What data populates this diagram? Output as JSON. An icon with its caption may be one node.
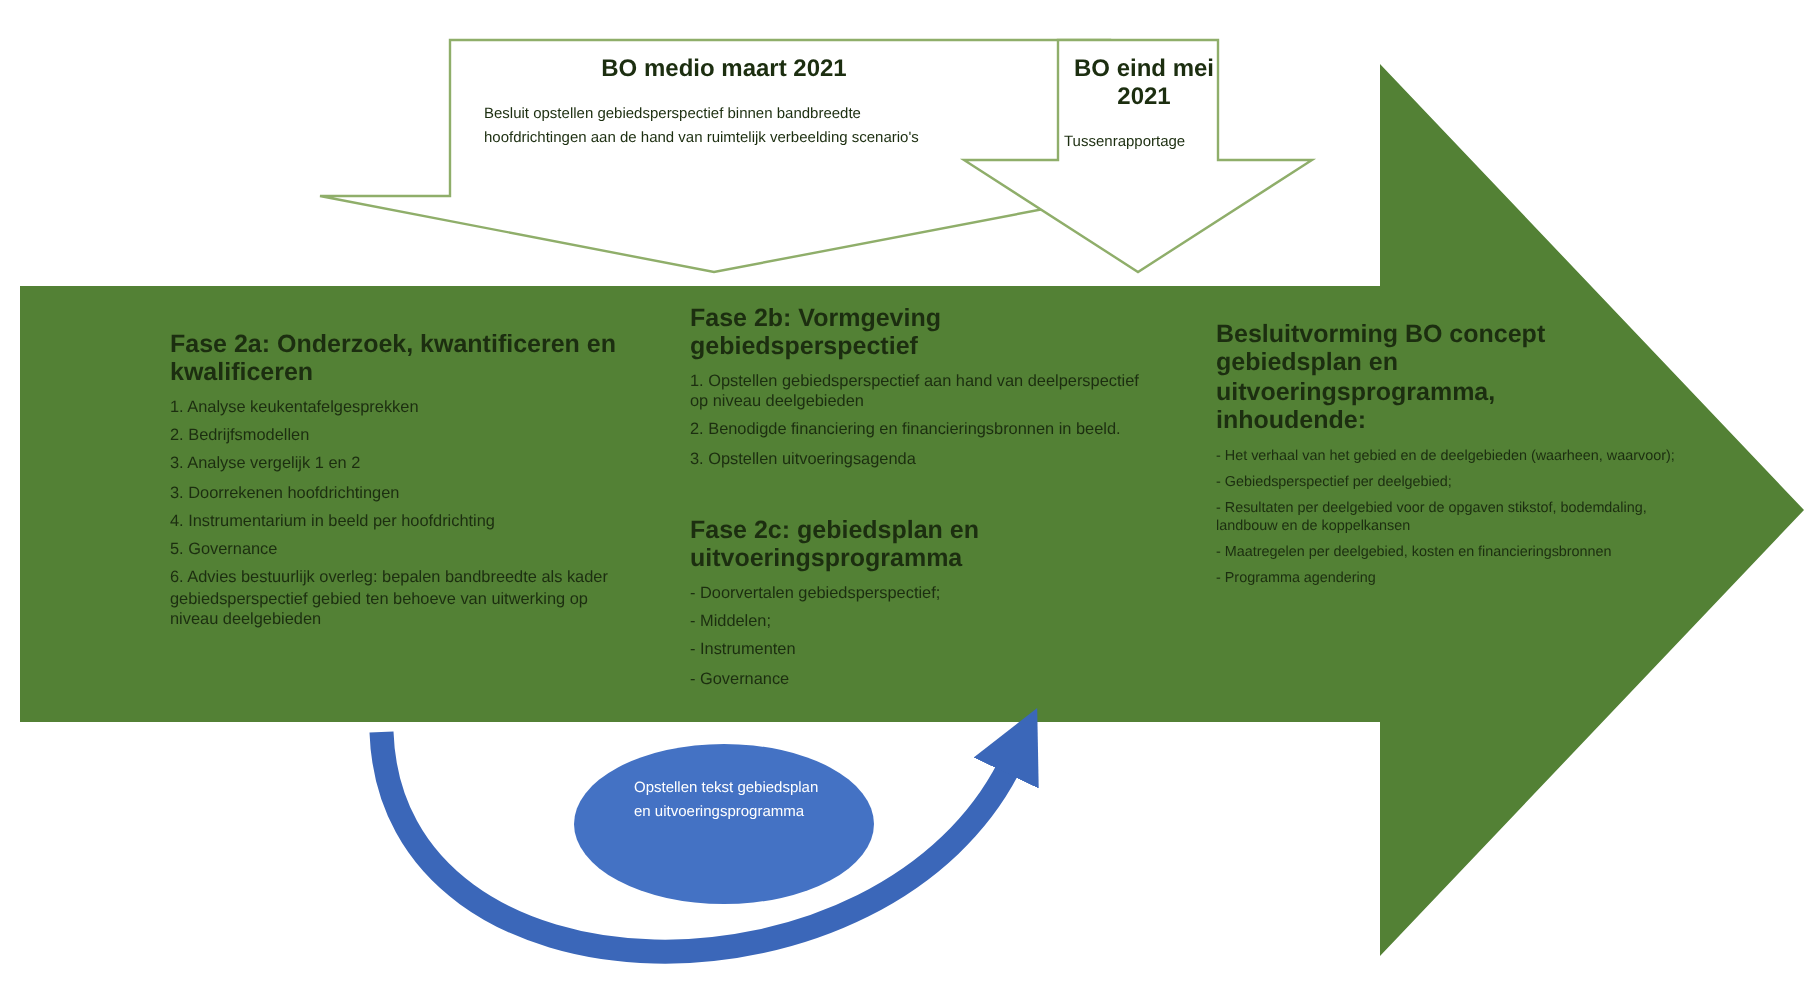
{
  "diagram": {
    "nodes": [
      {
        "text": [
          "BO medio maart 2021",
          "Besluit opstellen gebiedsperspectief binnen bandbreedte hoofdrichtingen aan de hand van ruimtelijk verbeelding scenario's"
        ]
      },
      {
        "text": [
          "BO eind mei 2021",
          "Tussenrapportage"
        ]
      },
      {
        "text": [],
        "shape": "arrow"
      },
      {
        "text": [
          "Fase 2a: Onderzoek, kwantificeren en kwalificeren",
          "1. Analyse keukentafelgesprekken",
          "2. Bedrijfsmodellen",
          "3. Analyse vergelijk 1 en 2",
          "3. Doorrekenen hoofdrichtingen",
          "4. Instrumentarium in beeld per hoofdrichting",
          "5. Governance",
          "6. Advies bestuurlijk overleg: bepalen bandbreedte als kader gebiedsperspectief gebied ten behoeve van uitwerking op niveau deelgebieden"
        ],
        "in": 2
      },
      {
        "text": [
          "Fase 2b: Vormgeving gebiedsperspectief",
          "1. Opstellen gebiedsperspectief aan hand van deelperspectief op niveau deelgebieden",
          "2. Benodigde financiering en financieringsbronnen in beeld.",
          "3. Opstellen uitvoeringsagenda"
        ],
        "in": 2
      },
      {
        "text": [
          "Fase 2c: gebiedsplan en uitvoeringsprogramma",
          "- Doorvertalen gebiedsperspectief;",
          "- Middelen;",
          "- Instrumenten",
          "- Governance"
        ],
        "in": 2
      },
      {
        "text": [
          "Besluitvorming BO concept gebiedsplan en uitvoeringsprogramma, inhoudende:",
          "- Het verhaal van het gebied en de deelgebieden (waarheen, waarvoor);",
          "- Gebiedsperspectief per deelgebied;",
          "- Resultaten per deelgebied voor de opgaven stikstof, bodemdaling, landbouw en de koppelkansen",
          "- Maatregelen per deelgebied, kosten en financieringsbronnen",
          "- Programma agendering"
        ],
        "in": 2
      },
      {
        "text": [
          "Opstellen tekst gebiedsplan en uitvoeringsprogramma"
        ]
      }
    ],
    "edges": [
      {
        "from": 3,
        "to": 5,
        "arrow": "to"
      }
    ]
  }
}
